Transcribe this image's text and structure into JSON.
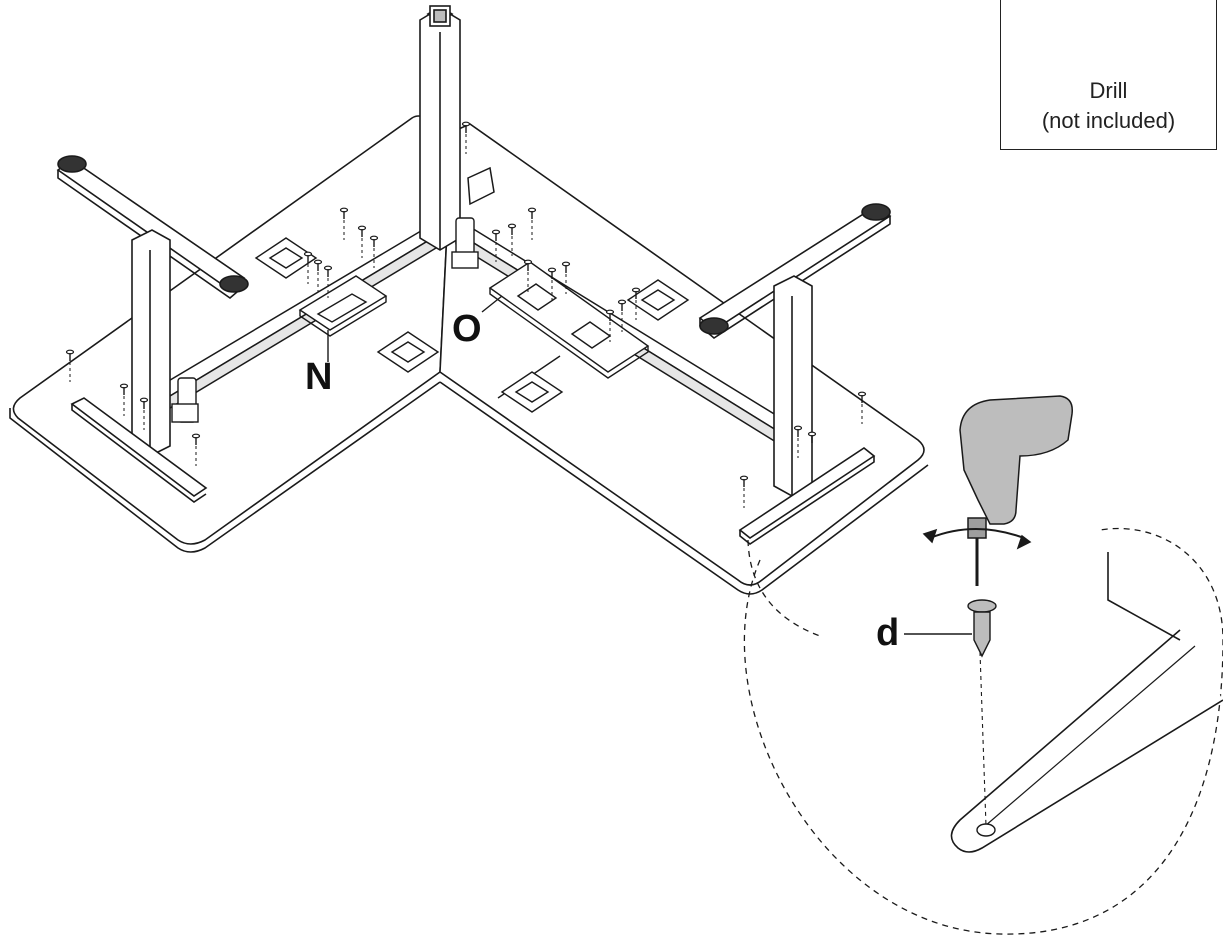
{
  "tool": {
    "name": "Drill",
    "note": "(not included)",
    "icon": "drill-icon"
  },
  "callouts": {
    "n": "N",
    "o": "O",
    "d": "d"
  },
  "colors": {
    "line": "#1a1a1a",
    "fill": "#ffffff",
    "shade": "#bdbdbd"
  }
}
